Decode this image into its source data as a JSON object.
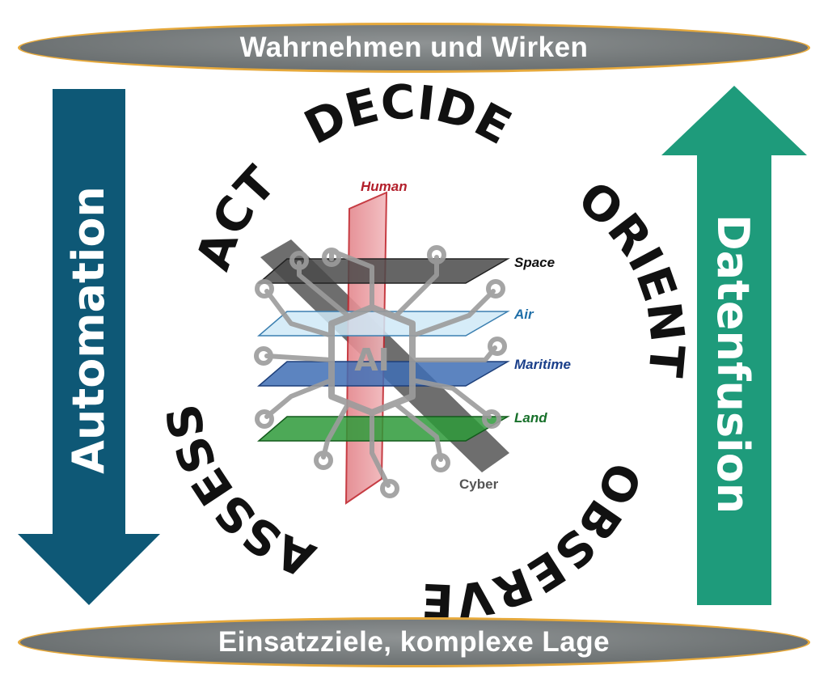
{
  "top_banner": "Wahrnehmen und Wirken",
  "bottom_banner": "Einsatzziele, komplexe Lage",
  "left_arrow": {
    "label": "Automation",
    "color": "#0e5876",
    "direction": "down"
  },
  "right_arrow": {
    "label": "Datenfusion",
    "color": "#1e9b7b",
    "direction": "up"
  },
  "cycle": {
    "decide": "DECIDE",
    "orient": "ORIENT",
    "observe": "OBSERVE",
    "assess": "ASSESS",
    "act": "ACT"
  },
  "center": {
    "ai_label": "AI",
    "human_label": "Human",
    "cyber_label": "Cyber",
    "layers": [
      {
        "name": "Space",
        "color": "#4a4a4a",
        "label_color": "#111111"
      },
      {
        "name": "Air",
        "color": "#cfe9f7",
        "label_color": "#1f6fa8"
      },
      {
        "name": "Maritime",
        "color": "#3f6fb5",
        "label_color": "#1a3f8a"
      },
      {
        "name": "Land",
        "color": "#2e9a3a",
        "label_color": "#17702a"
      }
    ]
  }
}
